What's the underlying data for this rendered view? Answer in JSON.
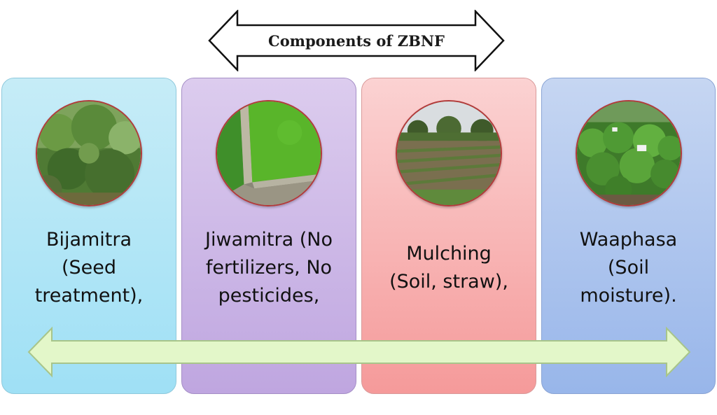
{
  "header": {
    "title": "Components of ZBNF"
  },
  "components": [
    {
      "lines": [
        "Bijamitra",
        "(Seed",
        "treatment),"
      ],
      "photo": "shrub-vegetation-photo"
    },
    {
      "lines": [
        "Jiwamitra (No",
        "fertilizers, No",
        "pesticides,"
      ],
      "photo": "green-tank-photo"
    },
    {
      "lines": [
        "Mulching",
        "(Soil, straw),"
      ],
      "photo": "field-rows-photo"
    },
    {
      "lines": [
        "Waaphasa",
        "(Soil",
        "moisture)."
      ],
      "photo": "leafy-crop-photo"
    }
  ],
  "colors": {
    "card_1": "#9fe0f5",
    "card_2": "#bfa6e0",
    "card_3": "#f59a9a",
    "card_4": "#98b6ea",
    "bottom_arrow": "#e3f7c9",
    "photo_border": "#b23a3a"
  }
}
